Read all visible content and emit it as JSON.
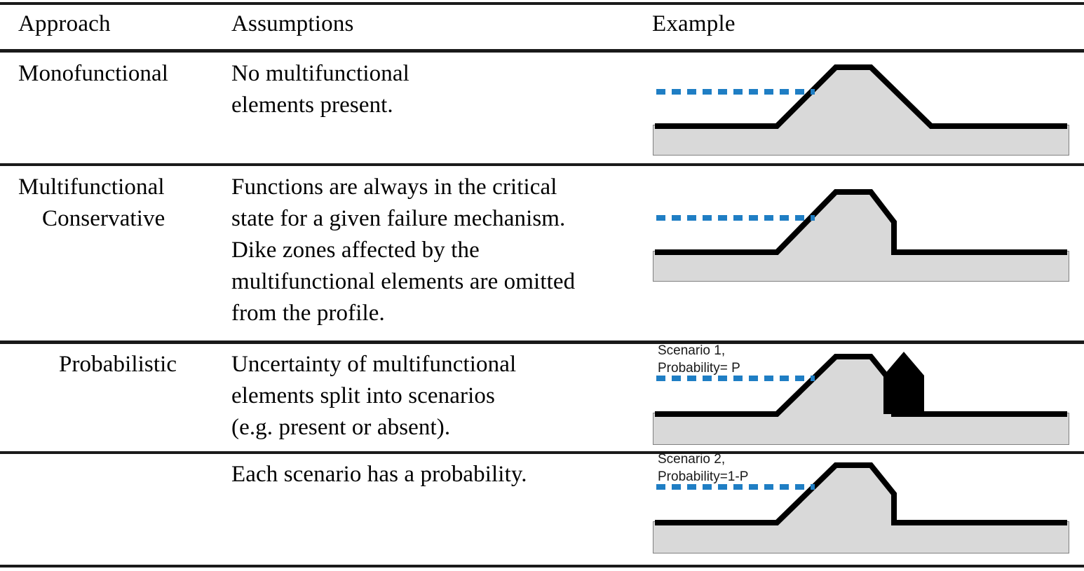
{
  "table": {
    "headers": {
      "approach": "Approach",
      "assumptions": "Assumptions",
      "example": "Example"
    },
    "rows": [
      {
        "approach_lines": [
          "Monofunctional"
        ],
        "assumption_lines": [
          "No multifunctional",
          "elements present."
        ],
        "example": {
          "diagram": "dike-profile-symmetric",
          "water_level_label": "",
          "has_building": false
        }
      },
      {
        "approach_lines": [
          "Multifunctional",
          "Conservative"
        ],
        "assumption_lines": [
          "Functions are always in the critical",
          "state for a given failure mechanism.",
          "Dike zones affected by the",
          "multifunctional elements are omitted",
          "from the profile."
        ],
        "example": {
          "diagram": "dike-profile-truncated",
          "water_level_label": "",
          "has_building": false
        }
      },
      {
        "approach_lines": [
          "Probabilistic"
        ],
        "assumption_lines": [
          "Uncertainty of multifunctional",
          "elements split into scenarios",
          "(e.g. present or absent)."
        ],
        "example": {
          "diagram": "dike-profile-with-building",
          "water_level_label_line1": "Scenario 1,",
          "water_level_label_line2": "Probability= P",
          "has_building": true
        }
      },
      {
        "approach_lines": [
          ""
        ],
        "assumption_lines": [
          "Each scenario has a probability."
        ],
        "example": {
          "diagram": "dike-profile-truncated",
          "water_level_label_line1": "Scenario 2,",
          "water_level_label_line2": "Probability=1-P",
          "has_building": false
        }
      }
    ]
  },
  "colors": {
    "rule": "#1a1a1a",
    "water_line": "#1f7ec4",
    "dike_fill": "#d9d9d9",
    "dike_outline": "#000000",
    "base_outline": "#808080",
    "building": "#000000",
    "text": "#000000"
  }
}
